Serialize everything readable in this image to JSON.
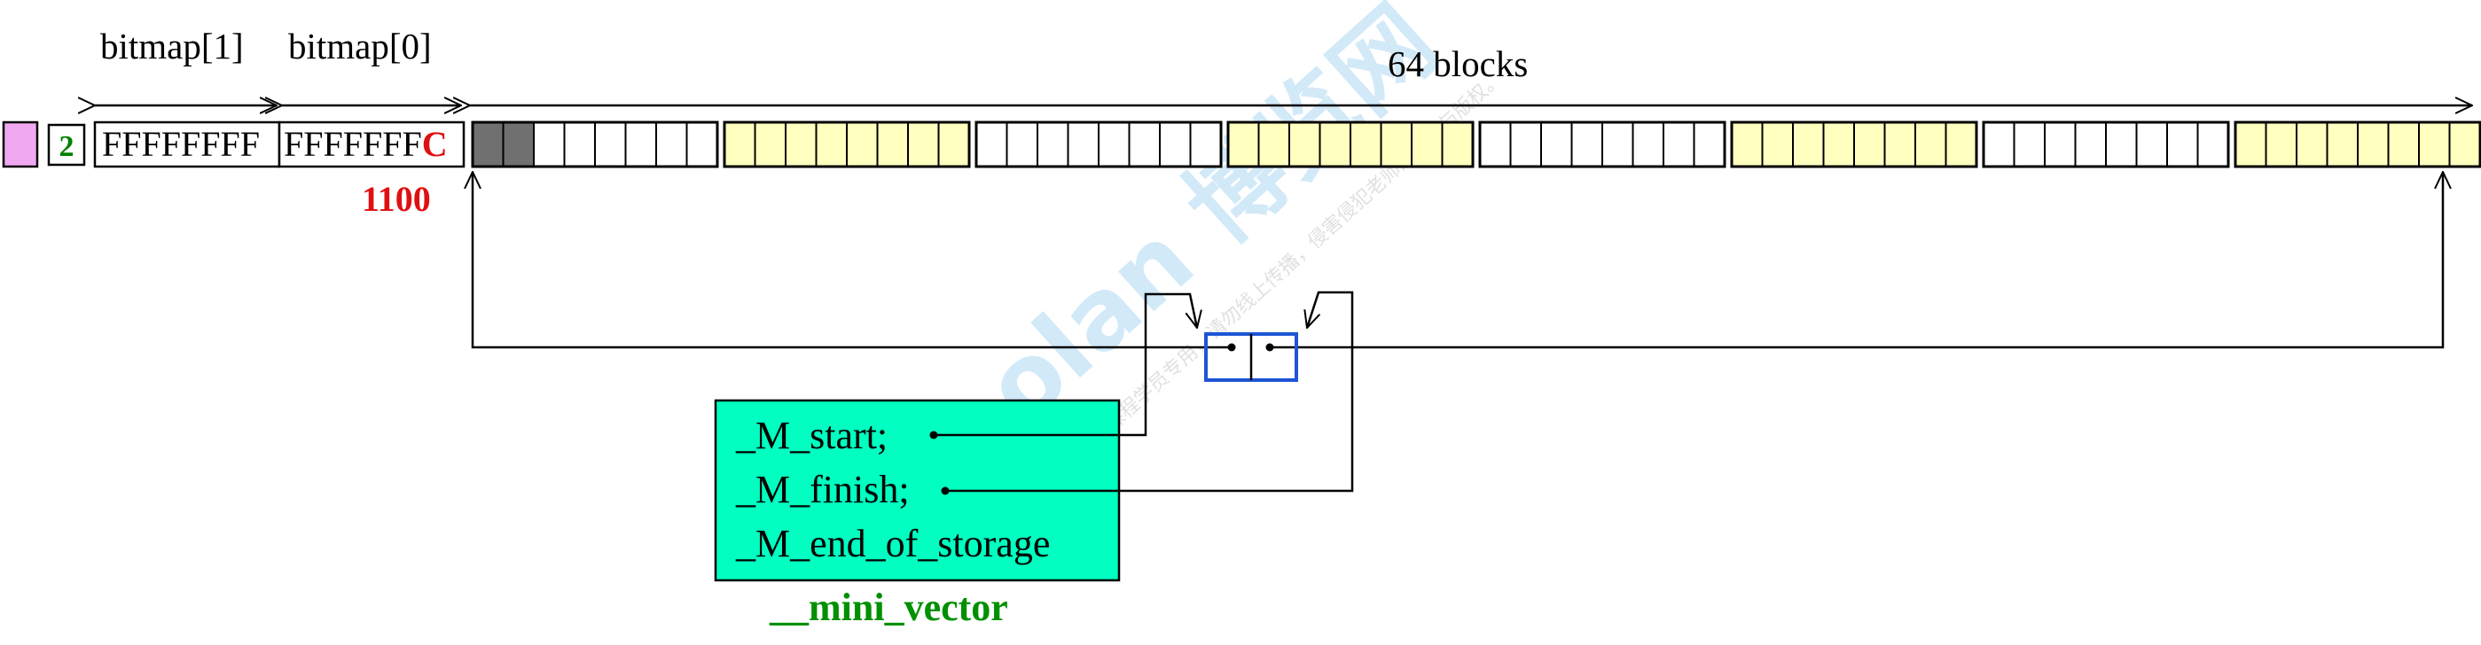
{
  "header": {
    "bitmap1_label": "bitmap[1]",
    "bitmap0_label": "bitmap[0]",
    "blocks_label": "64 blocks"
  },
  "bitmap": {
    "word1_value": "FFFFFFFF",
    "word0_prefix": "FFFFFFF",
    "word0_last_digit": "C",
    "binary_annotation": "1100"
  },
  "counter": {
    "value": "2"
  },
  "mini_vector": {
    "fields": [
      "_M_start;",
      "_M_finish;",
      "_M_end_of_storage"
    ],
    "name": "__mini_vector"
  },
  "blocks": {
    "count": 64,
    "group_size": 8,
    "used_count": 2,
    "group_styles": [
      "white",
      "yellow",
      "white",
      "yellow",
      "white",
      "yellow",
      "white",
      "yellow"
    ]
  },
  "watermark": {
    "text": "Boolan 博览网",
    "small_text": "仅限博览网课程学员专用，请勿线上传播，侵害侵犯老师的知识与版权。"
  },
  "colors": {
    "used_block": "#707070",
    "yellow_block": "#FFFFC0",
    "header_cell": "#F0A8F0",
    "counter_text": "#008000",
    "highlight_red": "#E01010",
    "struct_fill": "#00FFC0",
    "struct_name": "#009000",
    "pointer_box": "#1E55D6",
    "watermark": "#9CCFF0"
  }
}
